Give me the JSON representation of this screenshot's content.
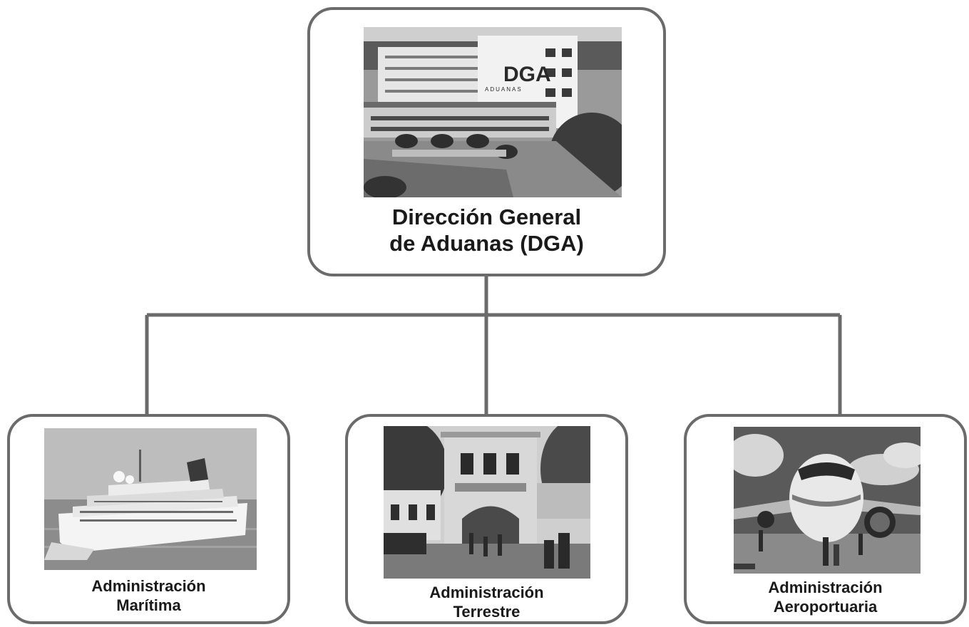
{
  "top": {
    "title_line1": "Dirección General",
    "title_line2": "de Aduanas (DGA)",
    "photo_logo": "DGA",
    "photo_logo_sub": "ADUANAS"
  },
  "children": [
    {
      "line1": "Administración",
      "line2": "Marítima"
    },
    {
      "line1": "Administración",
      "line2": "Terrestre"
    },
    {
      "line1": "Administración",
      "line2": "Aeroportuaria"
    }
  ],
  "colors": {
    "connector": "#6b6b6b",
    "border": "#6b6b6b",
    "text": "#1a1a1a"
  }
}
